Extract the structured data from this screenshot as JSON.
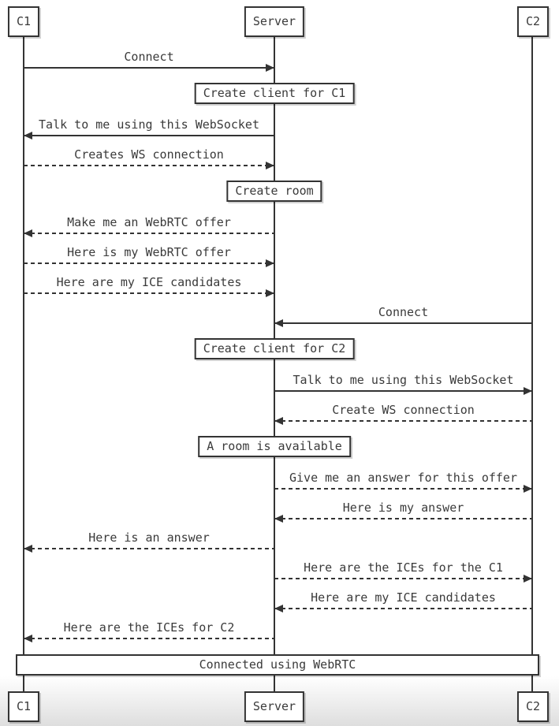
{
  "actors": {
    "c1": "C1",
    "server": "Server",
    "c2": "C2"
  },
  "messages": [
    {
      "label": "Connect",
      "from": "C1",
      "to": "Server",
      "line": "solid"
    },
    {
      "label": "Talk to me using this WebSocket",
      "from": "Server",
      "to": "C1",
      "line": "solid"
    },
    {
      "label": "Creates WS connection",
      "from": "C1",
      "to": "Server",
      "line": "dashed"
    },
    {
      "label": "Make me an WebRTC offer",
      "from": "Server",
      "to": "C1",
      "line": "dashed"
    },
    {
      "label": "Here is my WebRTC offer",
      "from": "C1",
      "to": "Server",
      "line": "dashed"
    },
    {
      "label": "Here are my ICE candidates",
      "from": "C1",
      "to": "Server",
      "line": "dashed"
    },
    {
      "label": "Connect",
      "from": "C2",
      "to": "Server",
      "line": "solid"
    },
    {
      "label": "Talk to me using this WebSocket",
      "from": "Server",
      "to": "C2",
      "line": "solid"
    },
    {
      "label": "Create WS connection",
      "from": "C2",
      "to": "Server",
      "line": "dashed"
    },
    {
      "label": "Give me an answer for this offer",
      "from": "Server",
      "to": "C2",
      "line": "dashed"
    },
    {
      "label": "Here is my answer",
      "from": "C2",
      "to": "Server",
      "line": "dashed"
    },
    {
      "label": "Here is an answer",
      "from": "Server",
      "to": "C1",
      "line": "dashed"
    },
    {
      "label": "Here are the ICEs for the C1",
      "from": "Server",
      "to": "C2",
      "line": "dashed"
    },
    {
      "label": "Here are my ICE candidates",
      "from": "C2",
      "to": "Server",
      "line": "dashed"
    },
    {
      "label": "Here are the ICEs for C2",
      "from": "Server",
      "to": "C1",
      "line": "dashed"
    }
  ],
  "notes": [
    {
      "label": "Create client for C1"
    },
    {
      "label": "Create room"
    },
    {
      "label": "Create client for C2"
    },
    {
      "label": "A room is available"
    }
  ],
  "banner": {
    "label": "Connected using WebRTC"
  },
  "colors": {
    "line": "#333333",
    "text": "#3a3a3a",
    "background": "#ffffff",
    "bottom_fade": "#dedede"
  }
}
